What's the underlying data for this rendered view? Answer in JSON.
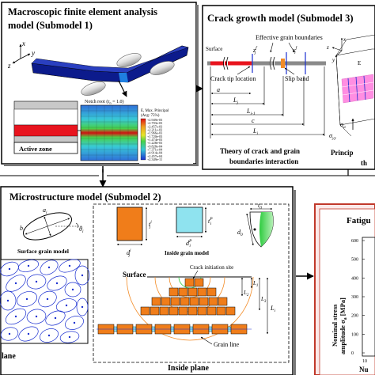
{
  "submodel1": {
    "title_line1": "Macroscopic finite element analysis",
    "title_line2": "model (Submodel 1)",
    "notch_root": "Notch root (r",
    "notch_root_sub": "n",
    "notch_root_val": " = 1.0)",
    "active_zone": "Active zone",
    "legend_line1": "E, Max. Principal",
    "legend_line2": "(Avg: 75%)",
    "legend_values": [
      "+2.949e-03",
      "+2.703e-03",
      "+2.457e-03",
      "+2.211e-03",
      "+1.966e-03",
      "+1.720e-03",
      "+1.474e-03",
      "+1.228e-03",
      "+9.828e-04",
      "+7.371e-04",
      "+4.914e-04",
      "+2.457e-04",
      "+2.349e-11"
    ],
    "axis_x": "x",
    "axis_y": "y",
    "axis_z": "z"
  },
  "submodel3": {
    "title": "Crack growth model (Submodel 3)",
    "surface": "Surface",
    "effective_gb": "Effective grain boundaries",
    "crack_tip_location": "Crack tip location",
    "slip_band": "Slip band",
    "sym_a": "a",
    "sym_Lj": "L",
    "sym_Lj_sub": "j",
    "sym_Li1": "L",
    "sym_Li1_sub": "i-1",
    "sym_c": "c",
    "sym_Li": "L",
    "sym_Li_sub": "i",
    "sym_zj": "z",
    "sym_zj_sub": "j",
    "sym_xi": "x",
    "sym_xi_sub": "i",
    "sym_xi_sup": "f",
    "sym_zj_sup": "f",
    "theory_line1": "Theory of crack and grain",
    "theory_line2": "boundaries interaction",
    "principal_line1": "Princip",
    "principal_line2": "th",
    "sigma_yy": "σ",
    "sigma_yy_sub": "yy",
    "sigma_a": "σ",
    "sigma_a_sub": "a",
    "axis_x": "x",
    "axis_y": "y",
    "axis_z": "z",
    "ex_label": "E"
  },
  "submodel2": {
    "title": "Microstructure model (Submodel 2)",
    "surface_grain_model": "Surface grain model",
    "inside_grain_model": "Inside grain model",
    "plane_label": "lane",
    "inside_plane": "Inside plane",
    "surface": "Surface",
    "crack_initiation_site": "Crack initiation site",
    "grain_line": "Grain line",
    "sym_ai": "a",
    "sym_ai_sub": "i",
    "sym_bi": "b",
    "sym_bi_sub": "i",
    "sym_theta": "θ",
    "sym_theta_sub": "i",
    "sym_ti": "t",
    "sym_ti_sub": "j",
    "sym_ti_sup": "i",
    "sym_di": "d",
    "sym_di_sub": "j",
    "sym_di_sup": "i",
    "sym_tp": "t",
    "sym_tp_sub": "i",
    "sym_tp_sup": "P",
    "sym_dp": "d",
    "sym_dp_sub": "i",
    "sym_dp_sup": "P",
    "sym_t0": "t",
    "sym_t0_sub": "0",
    "sym_d0": "d",
    "sym_d0_sub": "0",
    "sym_L1": "L",
    "sym_L1_sub": "1",
    "sym_L2": "L",
    "sym_L2_sub": "2",
    "sym_L3": "L",
    "sym_L3_sub": "3",
    "sym_Li": "L",
    "sym_Li_sub": "i"
  },
  "fatigue": {
    "title": "Fatigu",
    "ylabel_line1": "Nominal stress",
    "ylabel_line2": "amplitude σ",
    "ylabel_sub": "a",
    "ylabel_unit": " [MPa]",
    "xlabel": "Nu",
    "ticks": [
      "600",
      "500",
      "400",
      "300",
      "200",
      "100",
      "0"
    ],
    "x_tick": "10"
  },
  "colors": {
    "beam_blue": "#0c1b8c",
    "red": "#e8141e",
    "grain_orange": "#f07d1a",
    "grain_cyan": "#8fe3ef",
    "fatigue_border": "#c0392b",
    "crack_orange": "#f28c28",
    "mesh_pink": "#ff33cc"
  }
}
